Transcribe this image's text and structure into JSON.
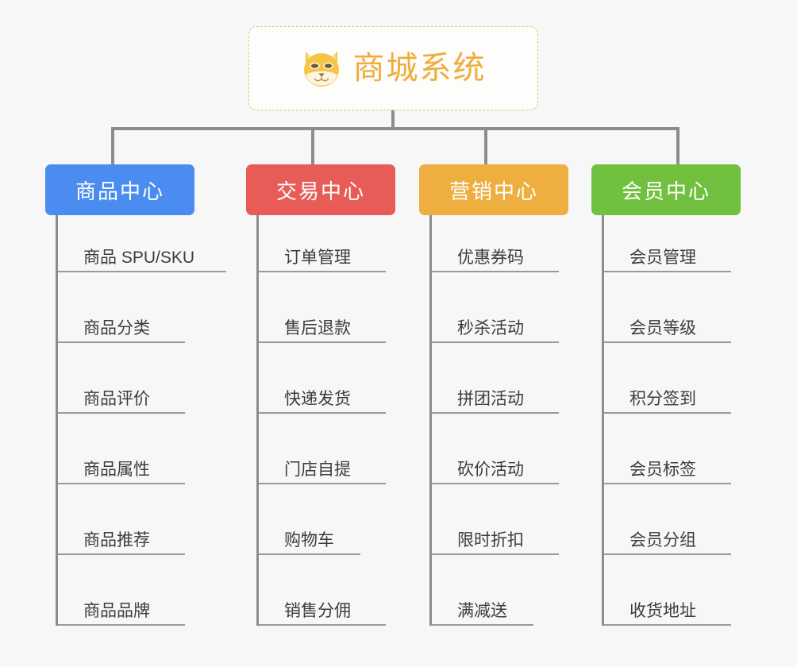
{
  "root": {
    "title": "商城系统",
    "icon": "shiba-dog-icon",
    "title_color": "#f0ac3c",
    "border_color": "#e8bf71"
  },
  "connector_color": "#8c8c8c",
  "columns": [
    {
      "header": "商品中心",
      "color": "#4a8cf0",
      "items": [
        "商品 SPU/SKU",
        "商品分类",
        "商品评价",
        "商品属性",
        "商品推荐",
        "商品品牌"
      ]
    },
    {
      "header": "交易中心",
      "color": "#e85c58",
      "items": [
        "订单管理",
        "售后退款",
        "快递发货",
        "门店自提",
        "购物车",
        "销售分佣"
      ]
    },
    {
      "header": "营销中心",
      "color": "#eeae40",
      "items": [
        "优惠券码",
        "秒杀活动",
        "拼团活动",
        "砍价活动",
        "限时折扣",
        "满减送"
      ]
    },
    {
      "header": "会员中心",
      "color": "#72c040",
      "items": [
        "会员管理",
        "会员等级",
        "积分签到",
        "会员标签",
        "会员分组",
        "收货地址"
      ]
    }
  ]
}
